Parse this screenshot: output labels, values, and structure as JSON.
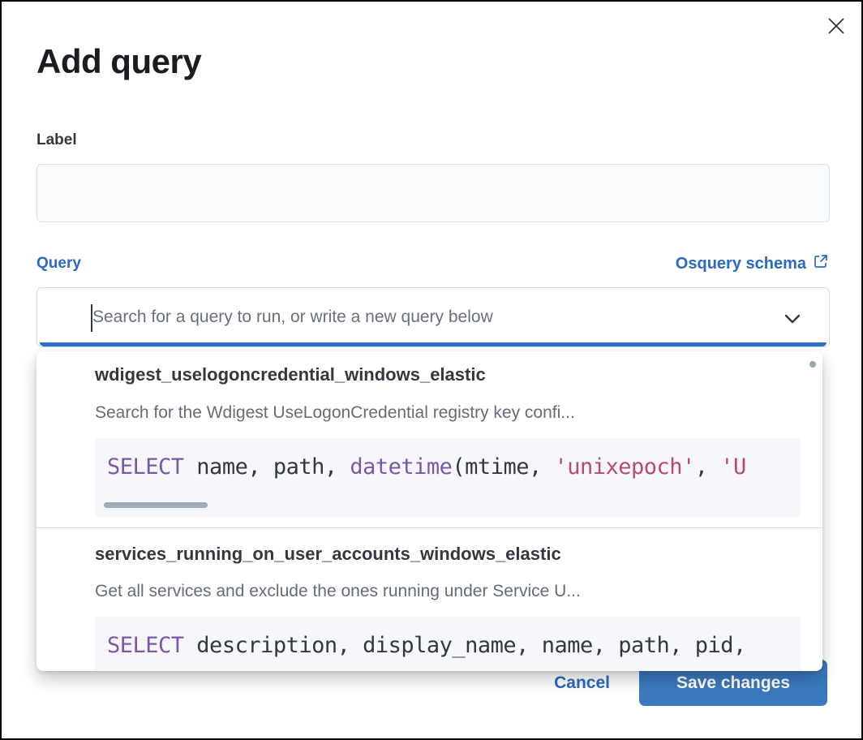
{
  "modal": {
    "title": "Add query"
  },
  "label_field": {
    "label": "Label",
    "value": ""
  },
  "query_field": {
    "label": "Query",
    "schema_link_label": "Osquery schema",
    "placeholder": "Search for a query to run, or write a new query below"
  },
  "dropdown": {
    "options": [
      {
        "title": "wdigest_uselogoncredential_windows_elastic",
        "description": "Search for the Wdigest UseLogonCredential registry key confi...",
        "sql": {
          "kw1": "SELECT",
          "plain1": " name, path, ",
          "fn1": "datetime",
          "plain2": "(mtime, ",
          "str1": "'unixepoch'",
          "plain3": ", ",
          "str2": "'U"
        }
      },
      {
        "title": "services_running_on_user_accounts_windows_elastic",
        "description": "Get all services and exclude the ones running under Service U...",
        "sql": {
          "kw1": "SELECT",
          "plain1": " description, display_name, name, path, pid,"
        }
      }
    ]
  },
  "footer": {
    "cancel_label": "Cancel",
    "save_label": "Save changes"
  },
  "colors": {
    "accent_blue": "#2a6ac0",
    "button_blue": "#3b79be",
    "text_dark": "#343741",
    "text_gray": "#646c79",
    "code_keyword": "#7a58a5",
    "code_string": "#b94873",
    "code_background": "#f5f7fa"
  },
  "icons": {
    "close": "close-icon",
    "external_link": "external-link-icon",
    "chevron_down": "chevron-down-icon"
  }
}
